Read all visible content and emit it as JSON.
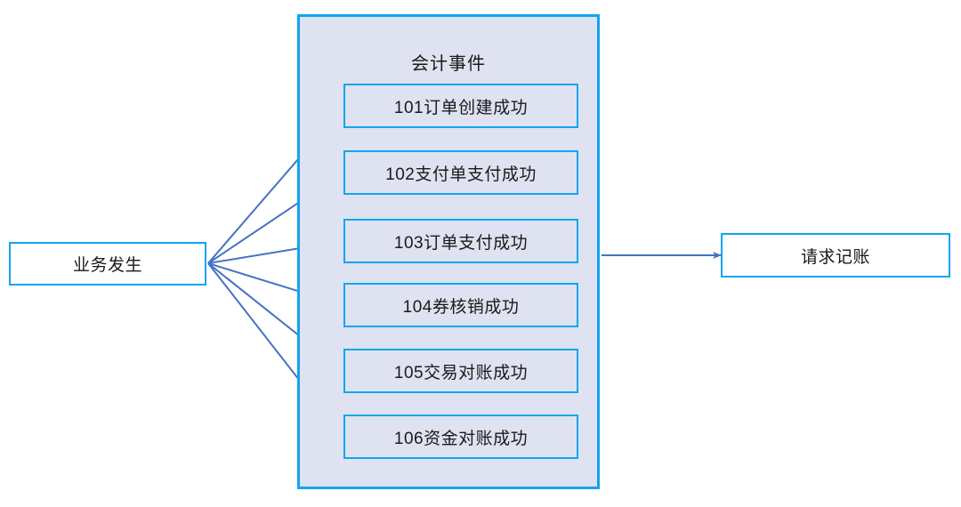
{
  "diagram": {
    "title": "",
    "colors": {
      "node_border": "#12a5ef",
      "panel_fill": "#dfe2f0",
      "node_fill": "#ffffff",
      "arrow": "#4472c4",
      "text": "#1a1a1a",
      "background": "#ffffff"
    }
  },
  "source_node": {
    "label": "业务发生"
  },
  "container": {
    "title": "会计事件",
    "items": [
      {
        "label": "101订单创建成功"
      },
      {
        "label": "102支付单支付成功"
      },
      {
        "label": "103订单支付成功"
      },
      {
        "label": "104券核销成功"
      },
      {
        "label": "105交易对账成功"
      },
      {
        "label": "106资金对账成功"
      }
    ]
  },
  "target_node": {
    "label": "请求记账"
  },
  "connections": [
    {
      "from": "业务发生",
      "to": "101订单创建成功"
    },
    {
      "from": "业务发生",
      "to": "102支付单支付成功"
    },
    {
      "from": "业务发生",
      "to": "103订单支付成功"
    },
    {
      "from": "业务发生",
      "to": "104券核销成功"
    },
    {
      "from": "业务发生",
      "to": "105交易对账成功"
    },
    {
      "from": "业务发生",
      "to": "106资金对账成功"
    },
    {
      "from": "会计事件",
      "to": "请求记账"
    }
  ]
}
